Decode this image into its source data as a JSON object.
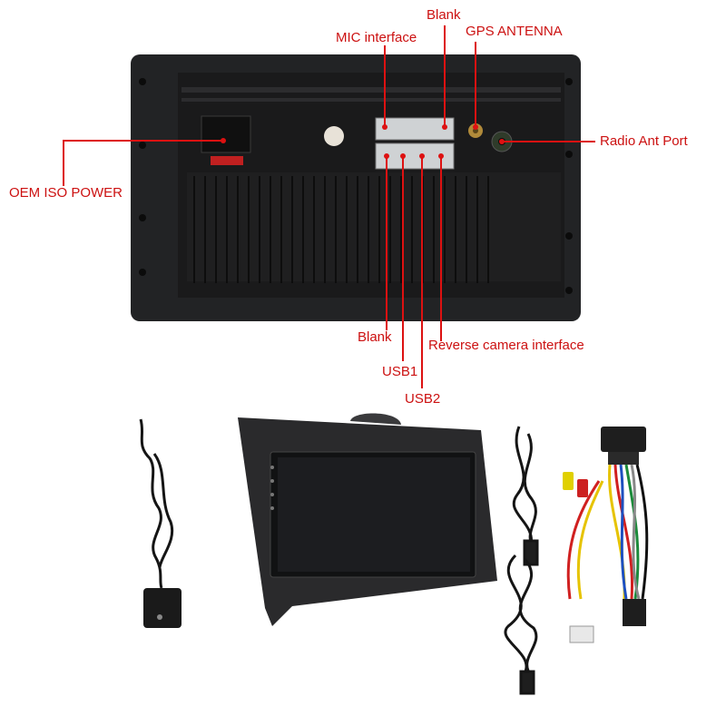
{
  "labels": {
    "mic": "MIC interface",
    "blank_top": "Blank",
    "gps": "GPS ANTENNA",
    "radio": "Radio Ant Port",
    "oem": "OEM ISO POWER",
    "blank_bottom": "Blank",
    "usb1": "USB1",
    "usb2": "USB2",
    "reverse": "Reverse camera interface"
  },
  "colors": {
    "label_red": "#cc1111",
    "unit_black": "#1a1a1a"
  },
  "icons": [
    "gps-antenna-icon",
    "head-unit-icon",
    "usb-cable-icon",
    "wiring-harness-icon"
  ]
}
